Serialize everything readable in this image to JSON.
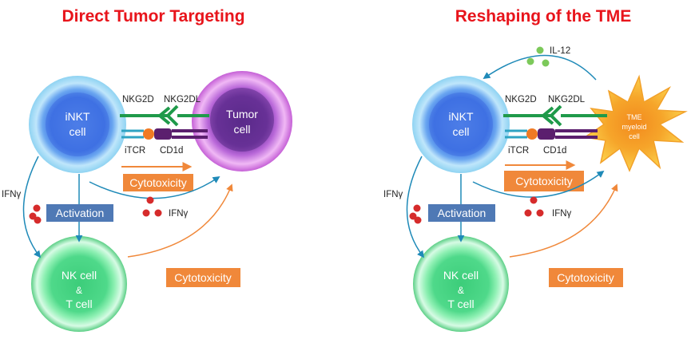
{
  "panels": [
    {
      "title": "Direct Tumor Targeting",
      "inkt": [
        "iNKT",
        "cell"
      ],
      "target": [
        "Tumor",
        "cell"
      ],
      "nk": [
        "NK cell",
        "&",
        "T cell"
      ],
      "nkg2d": "NKG2D",
      "nkg2dl": "NKG2DL",
      "itcr": "iTCR",
      "cd1d": "CD1d",
      "cytotoxicity_top": "Cytotoxicity",
      "cytotoxicity_bottom": "Cytotoxicity",
      "activation": "Activation",
      "ifng_left": "IFNγ",
      "ifng_mid": "IFNγ"
    },
    {
      "title": "Reshaping of the TME",
      "inkt": [
        "iNKT",
        "cell"
      ],
      "target": [
        "TME",
        "myeloid",
        "cell"
      ],
      "nk": [
        "NK cell",
        "&",
        "T cell"
      ],
      "nkg2d": "NKG2D",
      "nkg2dl": "NKG2DL",
      "itcr": "iTCR",
      "cd1d": "CD1d",
      "cytotoxicity_top": "Cytotoxicity",
      "cytotoxicity_bottom": "Cytotoxicity",
      "activation": "Activation",
      "ifng_left": "IFNγ",
      "ifng_mid": "IFNγ",
      "il12": "IL-12"
    }
  ],
  "colors": {
    "title": "#e8141b",
    "orange_box": "#f0883a",
    "activation_box": "#4f79b5",
    "arrow_blue": "#1f8ab8",
    "arrow_orange": "#f0883a",
    "nkg2d_green": "#1f9a4a",
    "ifng_dot": "#d62b2b",
    "il12_dot": "#7cc95a"
  }
}
